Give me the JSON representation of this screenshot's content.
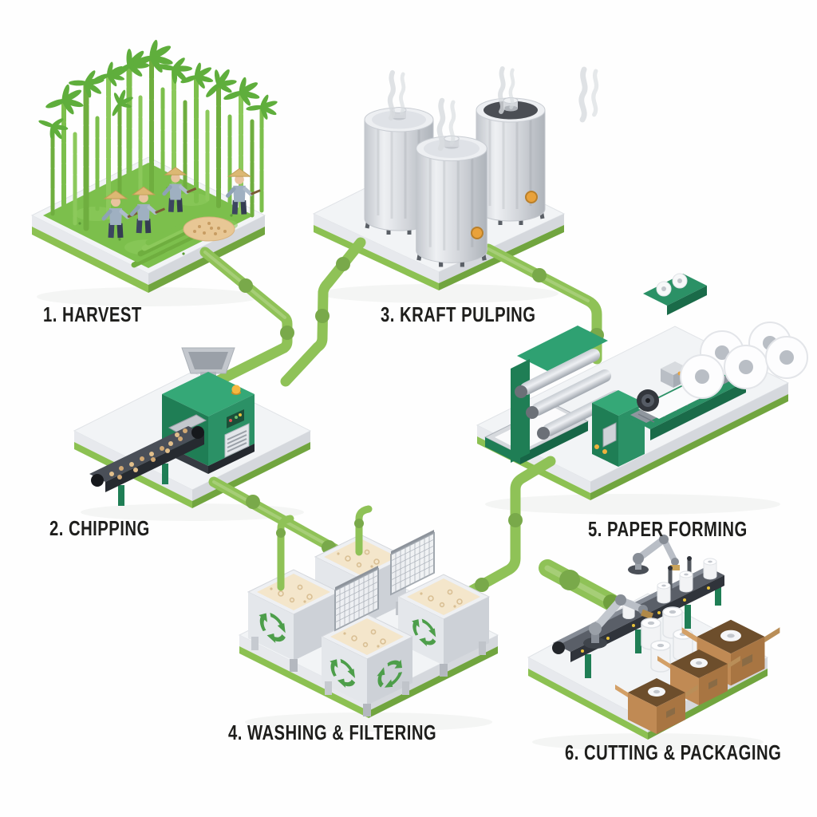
{
  "steps": [
    {
      "number": "1",
      "name": "HARVEST",
      "label": "1. HARVEST",
      "depicts": "bamboo grove with four workers cutting stalks, stacked bamboo poles and a chip pile"
    },
    {
      "number": "2",
      "name": "CHIPPING",
      "label": "2. CHIPPING",
      "depicts": "green chipper machine with hopper and conveyor belt carrying wood chips"
    },
    {
      "number": "3",
      "name": "KRAFT PULPING",
      "label": "3. KRAFT PULPING",
      "depicts": "three steaming steel digester tanks, one open with dark liquor"
    },
    {
      "number": "4",
      "name": "WASHING & FILTERING",
      "label": "4. WASHING & FILTERING",
      "depicts": "four white pulp vats with recycling symbols, mesh filter screens and feed pipes"
    },
    {
      "number": "5",
      "name": "PAPER FORMING",
      "label": "5. PAPER FORMING",
      "depicts": "green paper machine with press rollers, web of paper and finished white rolls"
    },
    {
      "number": "6",
      "name": "CUTTING & PACKAGING",
      "label": "6. CUTTING & PACKAGING",
      "depicts": "robotic arms over a conveyor moving paper rolls into cardboard boxes"
    }
  ],
  "icons": [
    "bamboo-forest",
    "worker-figures",
    "chipper-machine",
    "chip-conveyor",
    "digester-tank",
    "steam-icon",
    "pulp-vat",
    "recycle-icon",
    "mesh-filter",
    "paper-press",
    "paper-roll",
    "robot-arm",
    "packing-conveyor",
    "cardboard-box",
    "pipe-network"
  ],
  "colors": {
    "background": "#fefefe",
    "pipe_green": "#8fc257",
    "platform_rim_green": "#8cc152",
    "grass_green": "#7cbf4c",
    "machine_green": "#2b9166",
    "steel_gray": "#d6d9de",
    "pulp_cream": "#f4e6cb",
    "recycle_green": "#4d9e4a",
    "cardboard_brown": "#c08a54",
    "label_text": "#1e1e1c"
  }
}
